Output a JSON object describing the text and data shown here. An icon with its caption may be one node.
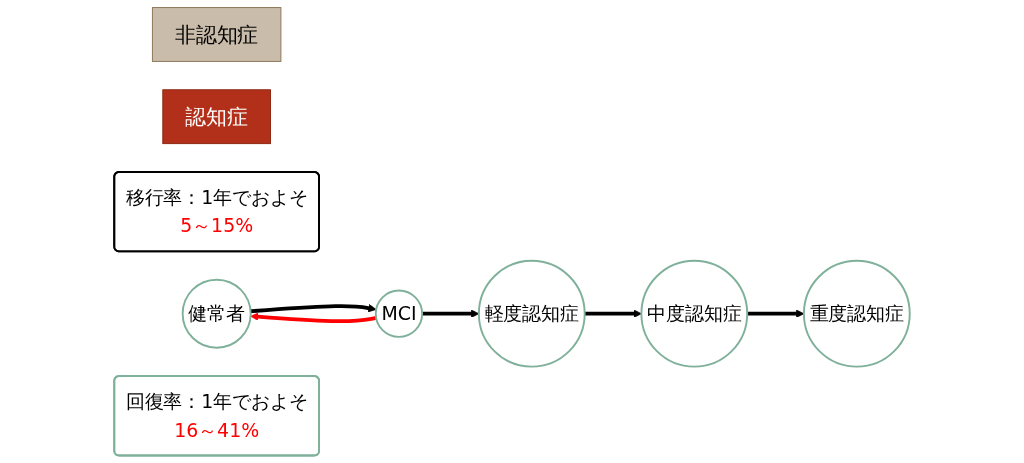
{
  "diagram": {
    "nodes": [
      {
        "text": [
          "非認知症"
        ]
      },
      {
        "text": [
          "認知症"
        ]
      },
      {
        "text": [
          "移行率：1年でおよそ",
          "5～15%"
        ]
      },
      {
        "text": [
          "健常者"
        ]
      },
      {
        "text": [
          "MCI"
        ]
      },
      {
        "text": [
          "軽度認知症"
        ]
      },
      {
        "text": [
          "中度認知症"
        ]
      },
      {
        "text": [
          "重度認知症"
        ]
      },
      {
        "text": [
          "回復率：1年でおよそ",
          "16～41%"
        ]
      }
    ],
    "edges": [
      {
        "from": 3,
        "to": 4,
        "arrow": "to"
      },
      {
        "from": 4,
        "to": 3,
        "arrow": "to",
        "color": "#ff0000"
      },
      {
        "from": 4,
        "to": 5,
        "arrow": "to"
      },
      {
        "from": 5,
        "to": 6,
        "arrow": "to"
      },
      {
        "from": 6,
        "to": 7,
        "arrow": "to"
      }
    ]
  }
}
